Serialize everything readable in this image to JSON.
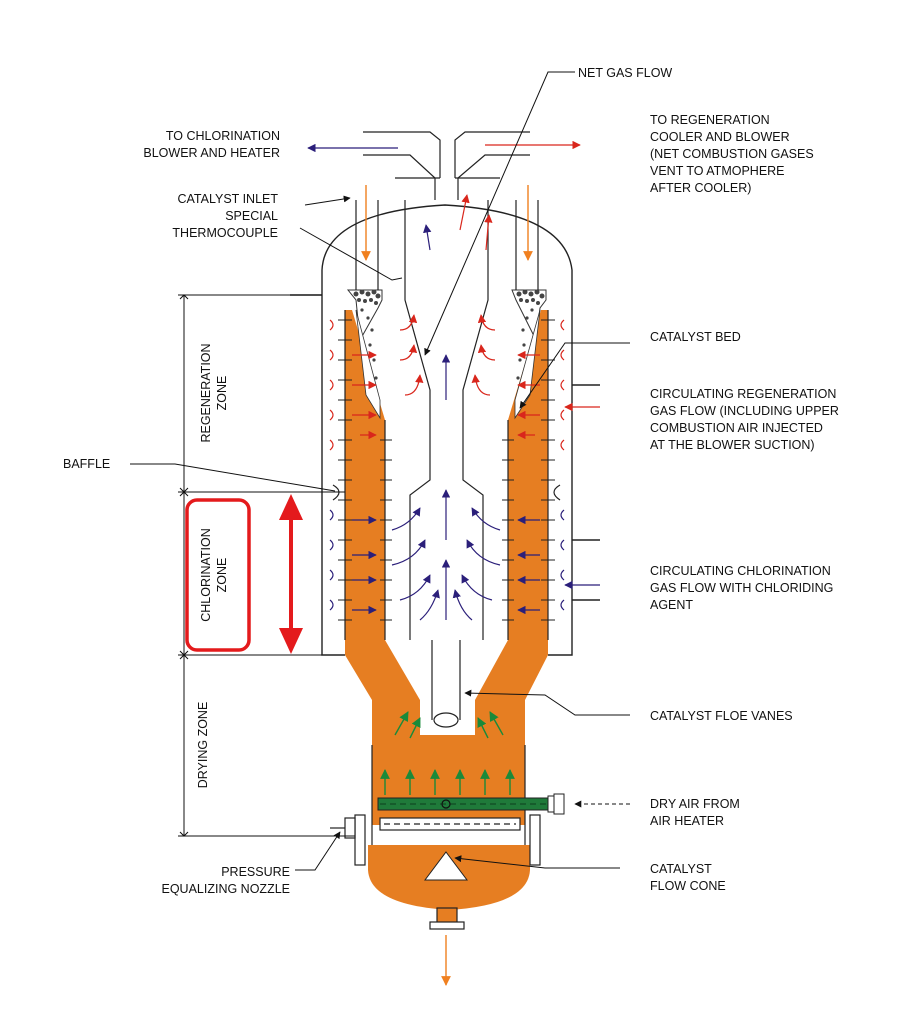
{
  "labels": {
    "net_gas_flow": "NET GAS FLOW",
    "to_chlorination": [
      "TO CHLORINATION",
      "BLOWER AND HEATER"
    ],
    "to_regeneration": [
      "TO REGENERATION",
      "COOLER AND BLOWER",
      "(NET COMBUSTION GASES",
      "VENT TO ATMOPHERE",
      "AFTER COOLER)"
    ],
    "catalyst_inlet": [
      "CATALYST INLET",
      "SPECIAL",
      "THERMOCOUPLE"
    ],
    "catalyst_bed": "CATALYST BED",
    "circ_regen": [
      "CIRCULATING REGENERATION",
      "GAS FLOW (INCLUDING UPPER",
      "COMBUSTION AIR INJECTED",
      "AT THE BLOWER SUCTION)"
    ],
    "baffle": "BAFFLE",
    "circ_chlor": [
      "CIRCULATING CHLORINATION",
      "GAS FLOW WITH CHLORIDING",
      "AGENT"
    ],
    "floe_vanes": "CATALYST FLOE VANES",
    "dry_air": [
      "DRY AIR FROM",
      "AIR HEATER"
    ],
    "pressure_nozzle": [
      "PRESSURE",
      "EQUALIZING NOZZLE"
    ],
    "flow_cone": [
      "CATALYST",
      "FLOW CONE"
    ]
  },
  "zones": {
    "regeneration": [
      "REGENERATION",
      "ZONE"
    ],
    "chlorination": [
      "CHLORINATION",
      "ZONE"
    ],
    "drying": "DRYING ZONE"
  },
  "colors": {
    "catalyst": "#E67E22",
    "regeneration_gas": "#D9261C",
    "chlorination_gas": "#2B1F7A",
    "catalyst_flow": "#F08020",
    "air_flow": "#1A8A3A",
    "air_pipe": "#1F7A3A",
    "highlight": "#E41A1C",
    "outline": "#222222"
  }
}
